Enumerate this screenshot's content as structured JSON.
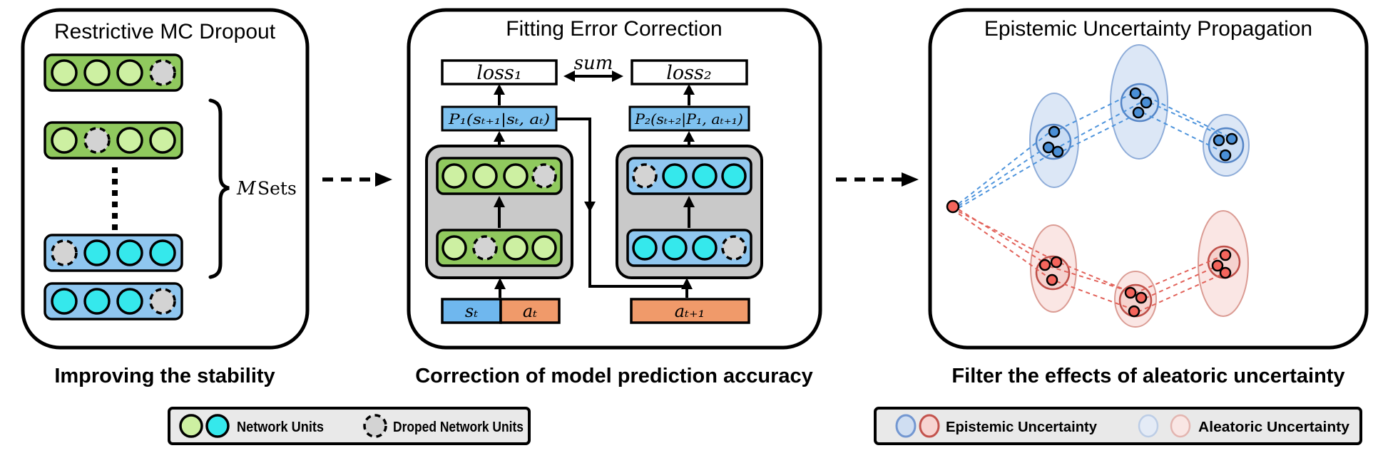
{
  "panel1": {
    "title": "Restrictive MC Dropout",
    "caption": "Improving the stability",
    "brace_label_m": "M",
    "brace_label_rest": "Sets",
    "dropout_sets": [
      {
        "row_color": "green",
        "units": [
          "on",
          "on",
          "on",
          "dropped"
        ]
      },
      {
        "row_color": "green",
        "units": [
          "on",
          "dropped",
          "on",
          "on"
        ]
      },
      {
        "row_color": "blue",
        "units": [
          "dropped",
          "on",
          "on",
          "on"
        ]
      },
      {
        "row_color": "blue",
        "units": [
          "on",
          "on",
          "on",
          "dropped"
        ]
      }
    ]
  },
  "panel2": {
    "title": "Fitting Error Correction",
    "caption": "Correction of model prediction accuracy",
    "loss1_label": "loss₁",
    "loss2_label": "loss₂",
    "sum_label": "sum",
    "p1_label": "P₁(sₜ₊₁|sₜ, aₜ)",
    "p2_label": "P₂(sₜ₊₂|P₁, aₜ₊₁)",
    "state_label": "sₜ",
    "action_label": "aₜ",
    "next_action_label": "aₜ₊₁",
    "network1_rows": [
      {
        "row_color": "green",
        "units": [
          "on",
          "on",
          "on",
          "dropped"
        ]
      },
      {
        "row_color": "green",
        "units": [
          "on",
          "dropped",
          "on",
          "on"
        ]
      }
    ],
    "network2_rows": [
      {
        "row_color": "blue",
        "units": [
          "dropped",
          "on",
          "on",
          "on"
        ]
      },
      {
        "row_color": "blue",
        "units": [
          "on",
          "on",
          "on",
          "dropped"
        ]
      }
    ]
  },
  "panel3": {
    "title": "Epistemic Uncertainty Propagation",
    "caption": "Filter the effects of aleatoric uncertainty",
    "chains": {
      "blue_clusters": 3,
      "red_clusters": 3,
      "samples_per_cluster": 3,
      "source_points": 1
    }
  },
  "legend_network": {
    "units_label": "Network Units",
    "dropped_label": "Droped Network Units"
  },
  "legend_uncertainty": {
    "epistemic_label": "Epistemic Uncertainty",
    "aleatoric_label": "Aleatoric Uncertainty"
  },
  "colors": {
    "unit_green": "#cdf0a2",
    "row_green": "#90c95e",
    "unit_cyan": "#35e8ec",
    "row_blue": "#8fc6ef",
    "dropped_gray": "#d3d3d3",
    "module_gray": "#c9c9c9",
    "prob_box_blue": "#7fc2f0",
    "state_blue": "#6fb7ee",
    "action_orange": "#f09a6a",
    "epistemic_dot_blue": "#4a8fd6",
    "epistemic_dot_red": "#f4655c",
    "aleatoric_fill_blue": "#dce7f6",
    "aleatoric_fill_red": "#fae6e4"
  }
}
